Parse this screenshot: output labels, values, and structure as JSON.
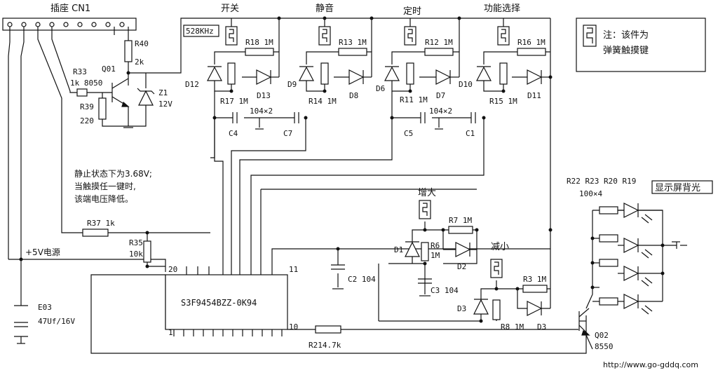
{
  "title_cn1": "插座 CN1",
  "freq_box": "528KHz",
  "sections": {
    "power": "开关",
    "mute": "静音",
    "timer": "定时",
    "func": "功能选择",
    "up": "增大",
    "down": "减小"
  },
  "legend_note": {
    "line1": "注：该件为",
    "line2": "弹簧触摸键"
  },
  "backlight_label": "显示屏背光",
  "note": {
    "line1": "静止状态下为3.68V;",
    "line2": "当触摸任一键时,",
    "line3": "该端电压降低。"
  },
  "power_label": "+5V电源",
  "chip_label": "S3F9454BZZ-0K94",
  "pins": {
    "p20": "20",
    "p1": "1",
    "p11": "11",
    "p10": "10"
  },
  "components": {
    "R40": "R40",
    "R40v": "2k",
    "Q01": "Q01",
    "R33": "R33",
    "R33v": "1k 8050",
    "R39": "R39",
    "R39v": "220",
    "Z1": "Z1",
    "Z1v": "12V",
    "R18": "R18  1M",
    "R13": "R13  1M",
    "R12": "R12  1M",
    "R16": "R16  1M",
    "D12": "D12",
    "D13": "D13",
    "D9": "D9",
    "D8": "D8",
    "D6": "D6",
    "D7": "D7",
    "D10": "D10",
    "D11": "D11",
    "R17": "R17  1M",
    "R14": "R14  1M",
    "R11": "R11  1M",
    "R15": "R15  1M",
    "C4": "C4",
    "C7": "C7",
    "C5": "C5",
    "C1": "C1",
    "cap_pair_left": "104×2",
    "cap_pair_right": "104×2",
    "R37": "R37  1k",
    "R35": "R35",
    "R35v": "10k",
    "E03": "E03",
    "E03v": "47Uf/16V",
    "C2": "C2  104",
    "D1": "D1",
    "R6": "R6",
    "R6v": "1M",
    "R7": "R7  1M",
    "D2": "D2",
    "C3": "C3  104",
    "D3a": "D3",
    "R3": "R3  1M",
    "R8": "R8  1M",
    "D3b": "D3",
    "R21": "R214.7k",
    "Q02": "Q02",
    "Q02v": "8550",
    "R_bl": "R22  R23  R20  R19",
    "R_blv": "100×4"
  },
  "url": "http://www.go-gddq.com"
}
